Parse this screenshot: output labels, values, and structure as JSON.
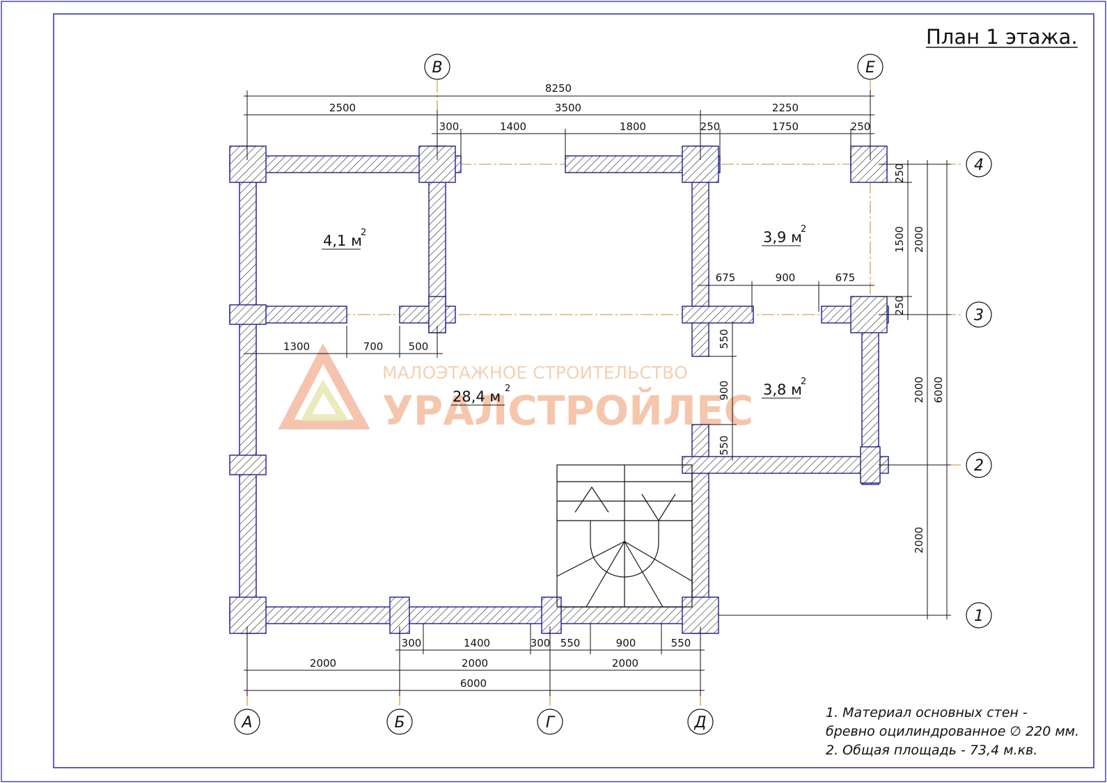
{
  "title": "План 1 этажа.",
  "watermark": {
    "line1": "МАЛОЭТАЖНОЕ СТРОИТЕЛЬСТВО",
    "line2": "УРАЛСТРОЙЛЕС",
    "logo_color": "#f3b8a0",
    "logo_accent": "#e6e6b0"
  },
  "axes_letters": {
    "A": "А",
    "B": "Б",
    "V": "В",
    "G": "Г",
    "D": "Д",
    "E": "Е"
  },
  "axes_numbers": {
    "n1": "1",
    "n2": "2",
    "n3": "3",
    "n4": "4"
  },
  "rooms": [
    {
      "area": "4,1 м",
      "sup": "2"
    },
    {
      "area": "3,9 м",
      "sup": "2"
    },
    {
      "area": "3,8 м",
      "sup": "2"
    },
    {
      "area": "28,4 м",
      "sup": "2"
    }
  ],
  "dims_top": {
    "overall": "8250",
    "seg1": "2500",
    "seg2": "3500",
    "seg3": "2250",
    "open1": "300",
    "open2": "1400",
    "open3": "1800",
    "open4": "250",
    "open5": "1750",
    "open6": "250"
  },
  "dims_inner": {
    "w1": "675",
    "w2": "900",
    "w3": "675",
    "p1": "1300",
    "p2": "700",
    "p3": "500"
  },
  "dims_right": {
    "outer": "6000",
    "m1": "2000",
    "m2": "2000",
    "m3": "2000",
    "i1": "250",
    "i2": "1500",
    "i3": "250"
  },
  "dims_center_v": {
    "v1": "550",
    "v2": "900",
    "v3": "550"
  },
  "dims_bottom": {
    "b1": "300",
    "b2": "1400",
    "b3": "300",
    "b4": "550",
    "b5": "900",
    "b6": "550",
    "c1": "2000",
    "c2": "2000",
    "c3": "2000",
    "overall": "6000"
  },
  "notes": {
    "n1": "1. Материал основных стен -",
    "n2": "бревно оцилиндрованное ∅ 220 мм.",
    "n3": "2. Общая площадь - 73,4 м.кв."
  },
  "colors": {
    "frame": "#1c1c8c",
    "axis": "#d08a2a",
    "hatch": "#111111"
  }
}
